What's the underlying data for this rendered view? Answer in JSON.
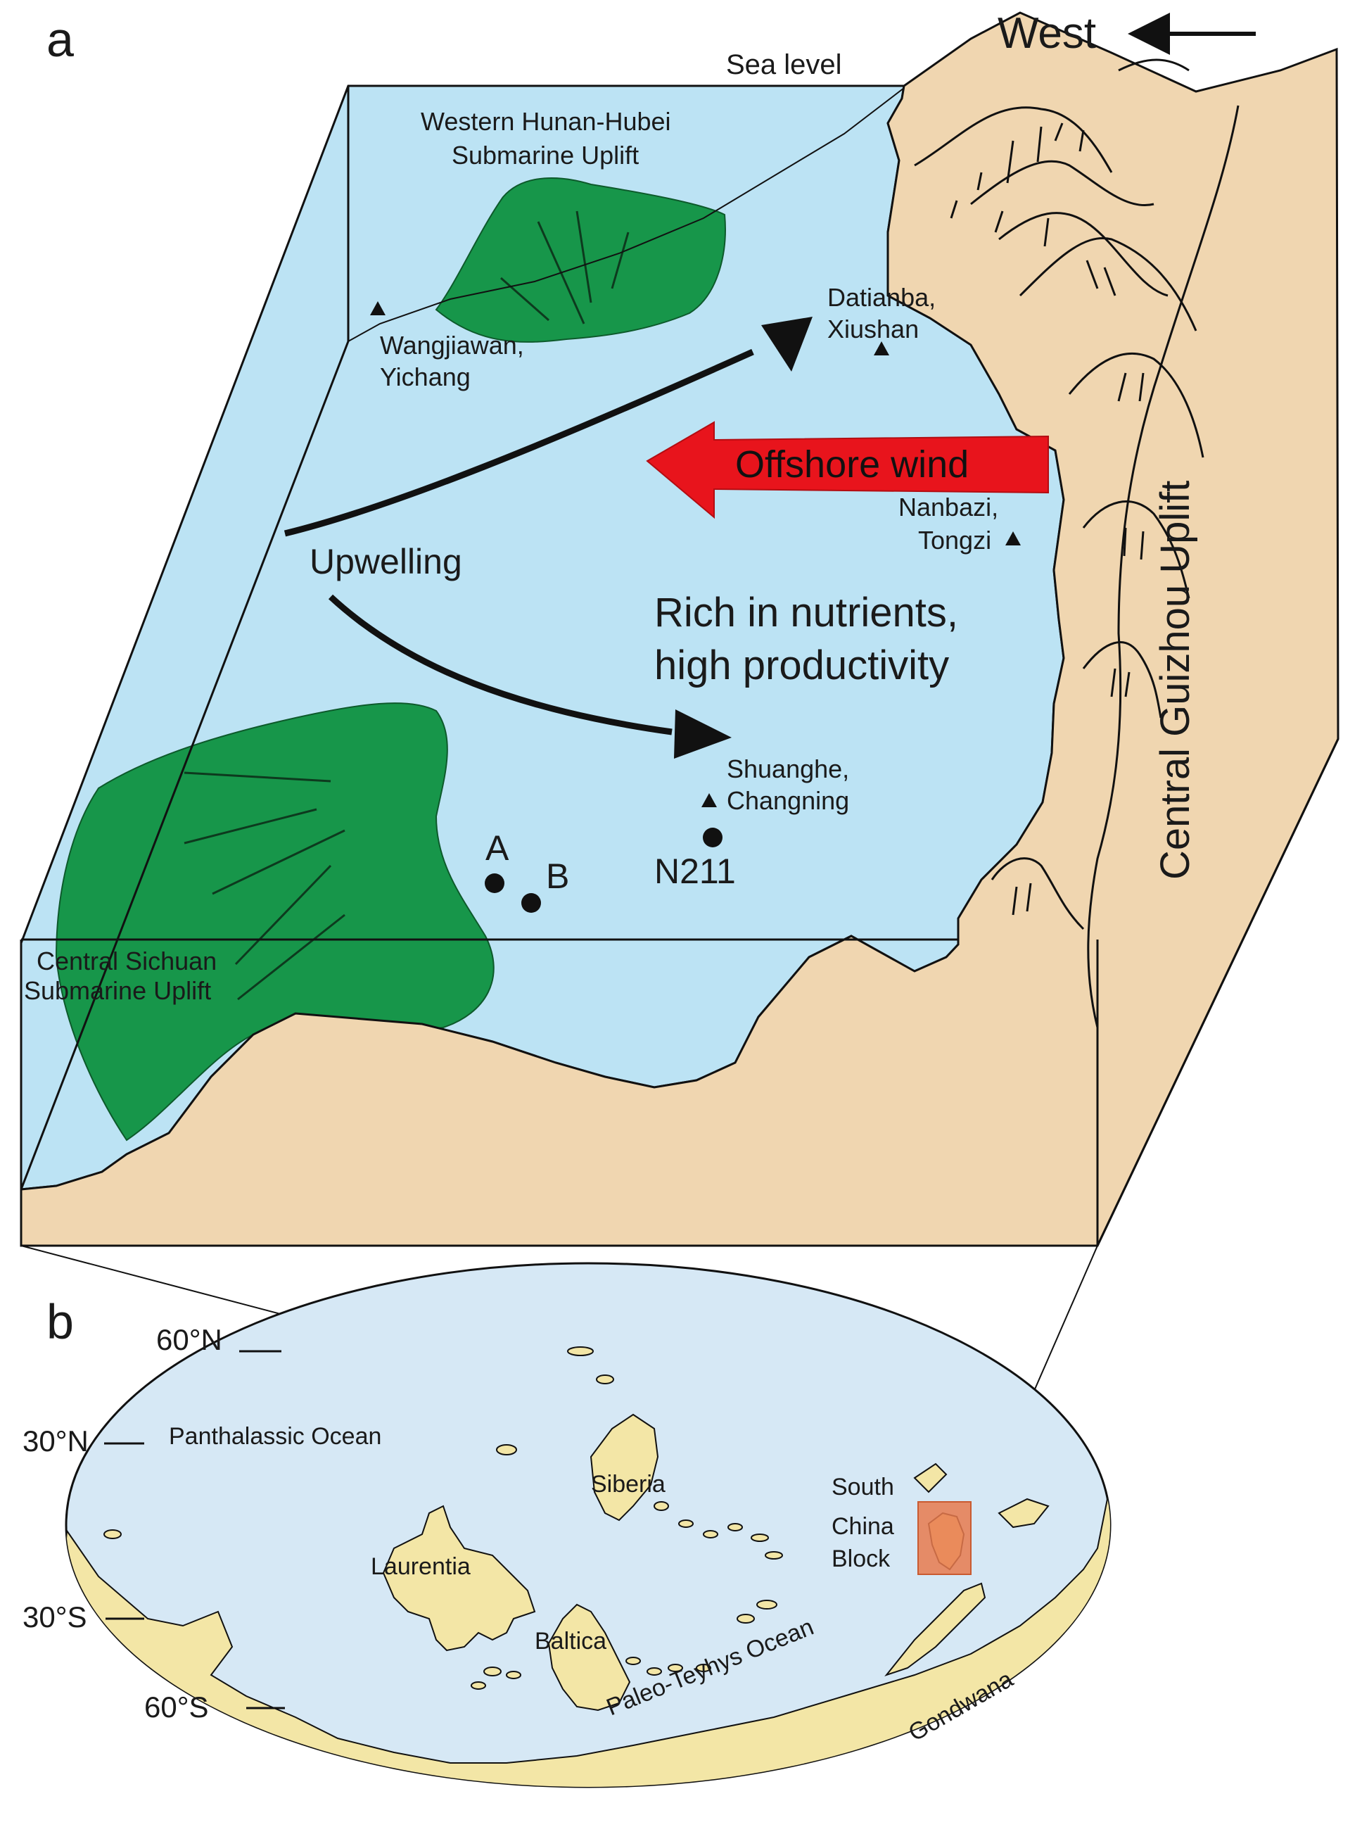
{
  "panels": {
    "a": "a",
    "b": "b"
  },
  "block_diagram": {
    "direction_label": "West",
    "sea_level": "Sea level",
    "uplift_west_line1": "Western Hunan-Hubei",
    "uplift_west_line2": "Submarine Uplift",
    "uplift_central_line1": "Central Sichuan",
    "uplift_central_line2": "Submarine Uplift",
    "guizhou_uplift": "Central Guizhou Uplift",
    "wind": "Offshore wind",
    "upwelling": "Upwelling",
    "nutrients_line1": "Rich in nutrients,",
    "nutrients_line2": "high productivity",
    "sections": [
      {
        "line1": "Wangjiawan,",
        "line2": "Yichang"
      },
      {
        "line1": "Datianba,",
        "line2": "Xiushan"
      },
      {
        "line1": "Nanbazi,",
        "line2": "Tongzi"
      },
      {
        "line1": "Shuanghe,",
        "line2": "Changning"
      }
    ],
    "wells": [
      "A",
      "B",
      "N211"
    ]
  },
  "world_map": {
    "latitudes": [
      "60°N",
      "30°N",
      "30°S",
      "60°S"
    ],
    "oceans": [
      "Panthalassic Ocean",
      "Paleo-Teyhys Ocean"
    ],
    "continents": [
      "Siberia",
      "Laurentia",
      "Baltica",
      "Gondwana"
    ],
    "study_area_line1": "South",
    "study_area_line2": "China",
    "study_area_line3": "Block"
  },
  "colors": {
    "sea": "#bce3f4",
    "land": "#f0d6b0",
    "uplift": "#17964a",
    "wind_arrow": "#e8141c",
    "map_ocean": "#d6e8f5",
    "map_land": "#f3e6a6",
    "study_box": "#e87a4e"
  }
}
